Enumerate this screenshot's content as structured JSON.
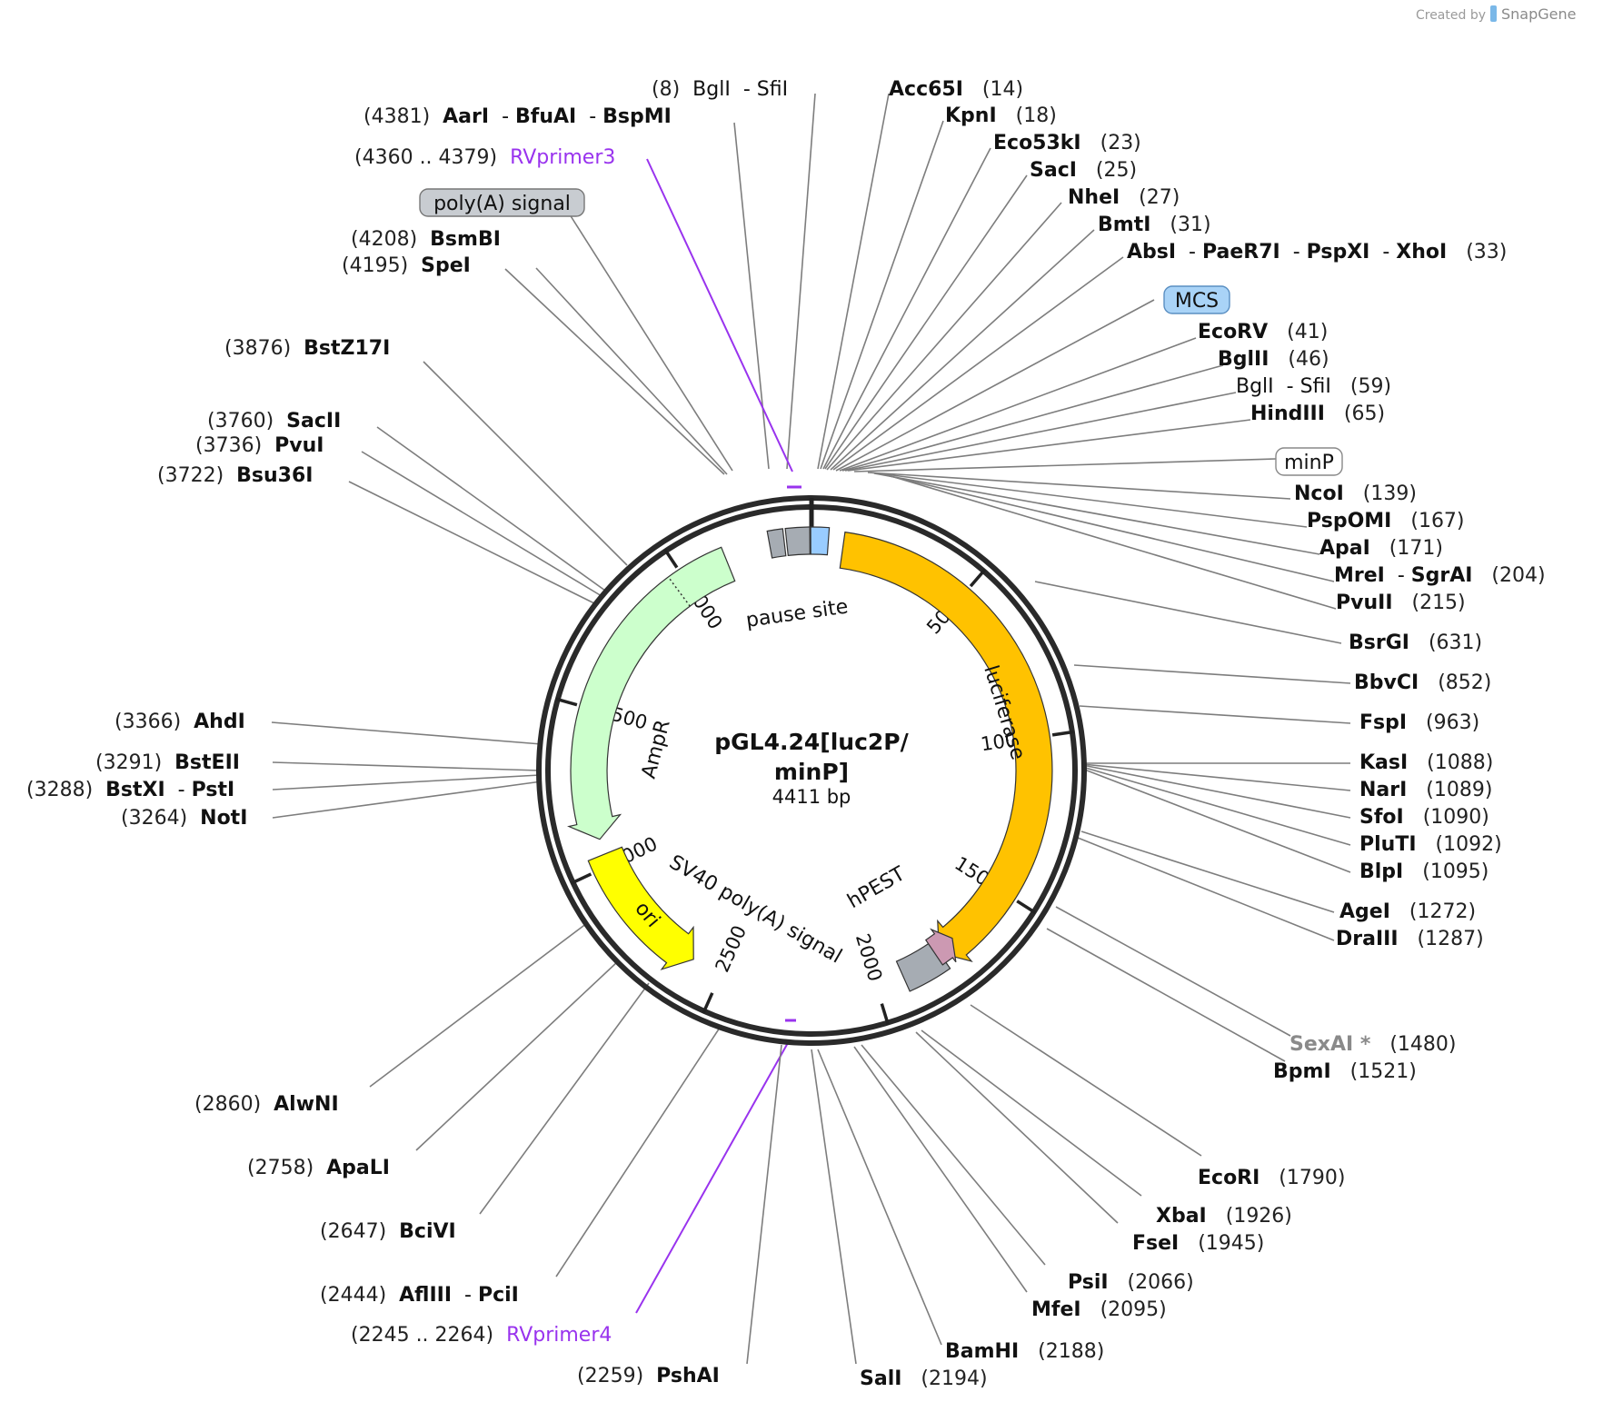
{
  "credit": {
    "prefix": "Created by",
    "brand": "SnapGene"
  },
  "plasmid": {
    "name_line1": "pGL4.24[luc2P/",
    "name_line2": "minP]",
    "length": "4411 bp"
  },
  "ticks": [
    "500",
    "1000",
    "1500",
    "2000",
    "2500",
    "3000",
    "3500",
    "4000"
  ],
  "features": {
    "luciferase": "luciferase",
    "ampr": "AmpR",
    "ori": "ori",
    "pause": "pause site",
    "sv40": "SV40 poly(A) signal",
    "hpest": "hPEST"
  },
  "boxes": {
    "polya": "poly(A) signal",
    "mcs": "MCS",
    "minp": "minP"
  },
  "colors": {
    "luciferase": "#ffc200",
    "ampr": "#ccffcc",
    "ori": "#ffff00",
    "hpest": "#cc99b2",
    "grey": "#a6acb3",
    "mcs": "#99ccff",
    "primer": "#9933ee"
  },
  "sites_top_left": [
    {
      "pos": "(8)",
      "names": [
        "BglI",
        "SfiI"
      ],
      "bold": false
    },
    {
      "pos": "(4381)",
      "names": [
        "AarI",
        "BfuAI",
        "BspMI"
      ],
      "bold": true
    },
    {
      "pos": "(4360 .. 4379)",
      "names": [
        "RVprimer3"
      ],
      "primer": true
    },
    {
      "pos": "(4208)",
      "names": [
        "BsmBI"
      ],
      "bold": true
    },
    {
      "pos": "(4195)",
      "names": [
        "SpeI"
      ],
      "bold": true
    },
    {
      "pos": "(3876)",
      "names": [
        "BstZ17I"
      ],
      "bold": true
    },
    {
      "pos": "(3760)",
      "names": [
        "SacII"
      ],
      "bold": true
    },
    {
      "pos": "(3736)",
      "names": [
        "PvuI"
      ],
      "bold": true
    },
    {
      "pos": "(3722)",
      "names": [
        "Bsu36I"
      ],
      "bold": true
    },
    {
      "pos": "(3366)",
      "names": [
        "AhdI"
      ],
      "bold": true
    },
    {
      "pos": "(3291)",
      "names": [
        "BstEII"
      ],
      "bold": true
    },
    {
      "pos": "(3288)",
      "names": [
        "BstXI",
        "PstI"
      ],
      "bold": true
    },
    {
      "pos": "(3264)",
      "names": [
        "NotI"
      ],
      "bold": true
    }
  ],
  "sites_top_right": [
    {
      "pos": "(14)",
      "names": [
        "Acc65I"
      ],
      "bold": true
    },
    {
      "pos": "(18)",
      "names": [
        "KpnI"
      ],
      "bold": true
    },
    {
      "pos": "(23)",
      "names": [
        "Eco53kI"
      ],
      "bold": true
    },
    {
      "pos": "(25)",
      "names": [
        "SacI"
      ],
      "bold": true
    },
    {
      "pos": "(27)",
      "names": [
        "NheI"
      ],
      "bold": true
    },
    {
      "pos": "(31)",
      "names": [
        "BmtI"
      ],
      "bold": true
    },
    {
      "pos": "(33)",
      "names": [
        "AbsI",
        "PaeR7I",
        "PspXI",
        "XhoI"
      ],
      "bold": true
    },
    {
      "pos": "(41)",
      "names": [
        "EcoRV"
      ],
      "bold": true
    },
    {
      "pos": "(46)",
      "names": [
        "BglII"
      ],
      "bold": true
    },
    {
      "pos": "(59)",
      "names": [
        "BglI",
        "SfiI"
      ],
      "bold": false
    },
    {
      "pos": "(65)",
      "names": [
        "HindIII"
      ],
      "bold": true
    },
    {
      "pos": "(139)",
      "names": [
        "NcoI"
      ],
      "bold": true
    },
    {
      "pos": "(167)",
      "names": [
        "PspOMI"
      ],
      "bold": true
    },
    {
      "pos": "(171)",
      "names": [
        "ApaI"
      ],
      "bold": true
    },
    {
      "pos": "(204)",
      "names": [
        "MreI",
        "SgrAI"
      ],
      "bold": true
    },
    {
      "pos": "(215)",
      "names": [
        "PvuII"
      ],
      "bold": true
    },
    {
      "pos": "(631)",
      "names": [
        "BsrGI"
      ],
      "bold": true
    },
    {
      "pos": "(852)",
      "names": [
        "BbvCI"
      ],
      "bold": true
    },
    {
      "pos": "(963)",
      "names": [
        "FspI"
      ],
      "bold": true
    },
    {
      "pos": "(1088)",
      "names": [
        "KasI"
      ],
      "bold": true
    },
    {
      "pos": "(1089)",
      "names": [
        "NarI"
      ],
      "bold": true
    },
    {
      "pos": "(1090)",
      "names": [
        "SfoI"
      ],
      "bold": true
    },
    {
      "pos": "(1092)",
      "names": [
        "PluTI"
      ],
      "bold": true
    },
    {
      "pos": "(1095)",
      "names": [
        "BlpI"
      ],
      "bold": true
    },
    {
      "pos": "(1272)",
      "names": [
        "AgeI"
      ],
      "bold": true
    },
    {
      "pos": "(1287)",
      "names": [
        "DraIII"
      ],
      "bold": true
    },
    {
      "pos": "(1480)",
      "names": [
        "SexAI *"
      ],
      "bold": true,
      "grey": true
    },
    {
      "pos": "(1521)",
      "names": [
        "BpmI"
      ],
      "bold": true
    }
  ],
  "sites_bottom": [
    {
      "pos": "(2860)",
      "names": [
        "AlwNI"
      ],
      "bold": true
    },
    {
      "pos": "(2758)",
      "names": [
        "ApaLI"
      ],
      "bold": true
    },
    {
      "pos": "(2647)",
      "names": [
        "BciVI"
      ],
      "bold": true
    },
    {
      "pos": "(2444)",
      "names": [
        "AflIII",
        "PciI"
      ],
      "bold": true
    },
    {
      "pos": "(2245 .. 2264)",
      "names": [
        "RVprimer4"
      ],
      "primer": true
    },
    {
      "pos": "(2259)",
      "names": [
        "PshAI"
      ],
      "bold": true
    },
    {
      "pos": "(2194)",
      "names": [
        "SalI"
      ],
      "bold": true
    },
    {
      "pos": "(2188)",
      "names": [
        "BamHI"
      ],
      "bold": true
    },
    {
      "pos": "(2095)",
      "names": [
        "MfeI"
      ],
      "bold": true
    },
    {
      "pos": "(2066)",
      "names": [
        "PsiI"
      ],
      "bold": true
    },
    {
      "pos": "(1945)",
      "names": [
        "FseI"
      ],
      "bold": true
    },
    {
      "pos": "(1926)",
      "names": [
        "XbaI"
      ],
      "bold": true
    },
    {
      "pos": "(1790)",
      "names": [
        "EcoRI"
      ],
      "bold": true
    }
  ]
}
